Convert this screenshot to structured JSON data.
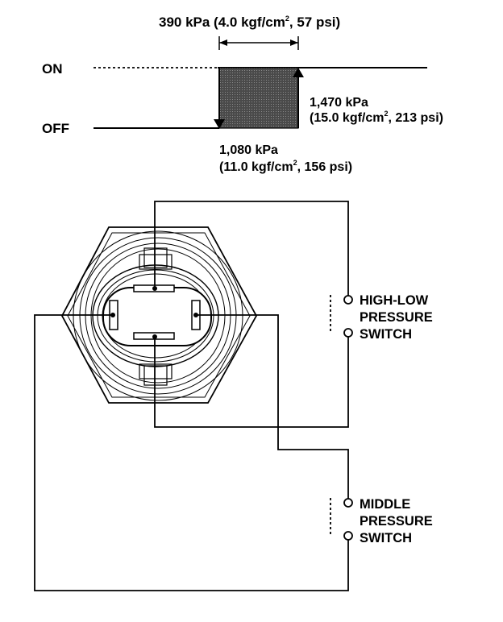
{
  "timing_chart": {
    "hysteresis_label": {
      "main": "390 kPa (4.0 kgf/cm",
      "sup": "2",
      "rest": ", 57 psi)"
    },
    "on_label": "ON",
    "off_label": "OFF",
    "on_pressure": {
      "line1": "1,470 kPa",
      "line2_main": "(15.0 kgf/cm",
      "line2_sup": "2",
      "line2_rest": ", 213 psi)"
    },
    "off_pressure": {
      "line1": "1,080 kPa",
      "line2_main": "(11.0 kgf/cm",
      "line2_sup": "2",
      "line2_rest": ", 156 psi)"
    }
  },
  "switches": {
    "high_low": {
      "line1": "HIGH-LOW",
      "line2": "PRESSURE",
      "line3": "SWITCH"
    },
    "middle": {
      "line1": "MIDDLE",
      "line2": "PRESSURE",
      "line3": "SWITCH"
    }
  },
  "colors": {
    "ink": "#000000",
    "shade": "#555555",
    "paper": "#ffffff"
  }
}
